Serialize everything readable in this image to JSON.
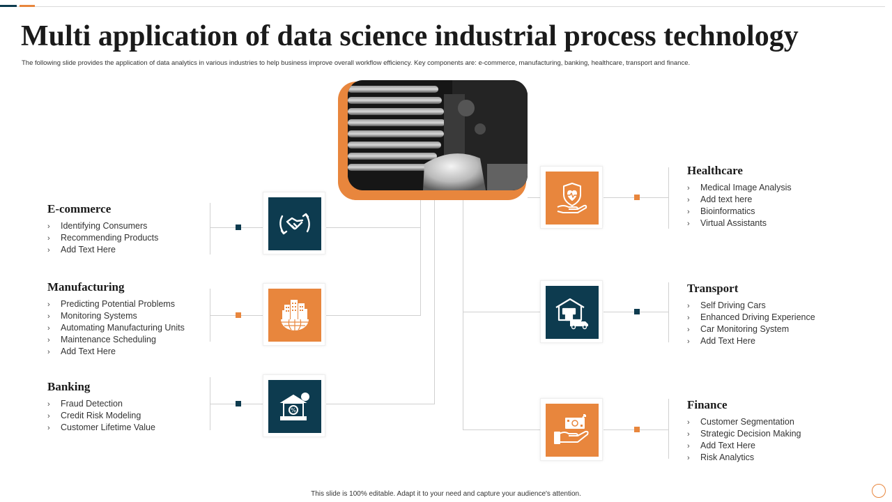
{
  "slide": {
    "title": "Multi application of data science industrial process technology",
    "subtitle": "The following slide provides the application of data analytics in various industries to help business improve overall workflow efficiency. Key components are: e-commerce, manufacturing, banking, healthcare, transport and finance.",
    "footer": "This slide is 100% editable.  Adapt it to your need and capture your audience's attention."
  },
  "colors": {
    "navy": "#0d3b4f",
    "orange": "#e8863d"
  },
  "sections": {
    "ecommerce": {
      "heading": "E-commerce",
      "icon": "handshake-icon",
      "items": [
        "Identifying Consumers",
        "Recommending  Products",
        "Add Text Here"
      ]
    },
    "manufacturing": {
      "heading": "Manufacturing",
      "icon": "factory-globe-icon",
      "items": [
        "Predicting Potential Problems",
        "Monitoring Systems",
        "Automating Manufacturing Units",
        "Maintenance Scheduling",
        "Add Text Here"
      ]
    },
    "banking": {
      "heading": "Banking",
      "icon": "bank-icon",
      "items": [
        "Fraud Detection",
        "Credit Risk Modeling",
        "Customer Lifetime Value"
      ]
    },
    "healthcare": {
      "heading": "Healthcare",
      "icon": "health-shield-hand-icon",
      "items": [
        "Medical Image  Analysis",
        "Add text here",
        "Bioinformatics",
        "Virtual Assistants"
      ]
    },
    "transport": {
      "heading": "Transport",
      "icon": "warehouse-truck-icon",
      "items": [
        "Self Driving  Cars",
        "Enhanced Driving  Experience",
        "Car Monitoring  System",
        "Add Text Here"
      ]
    },
    "finance": {
      "heading": "Finance",
      "icon": "money-hand-icon",
      "items": [
        "Customer Segmentation",
        "Strategic Decision Making",
        "Add Text Here",
        "Risk Analytics"
      ]
    }
  },
  "bullet_glyph": "›"
}
